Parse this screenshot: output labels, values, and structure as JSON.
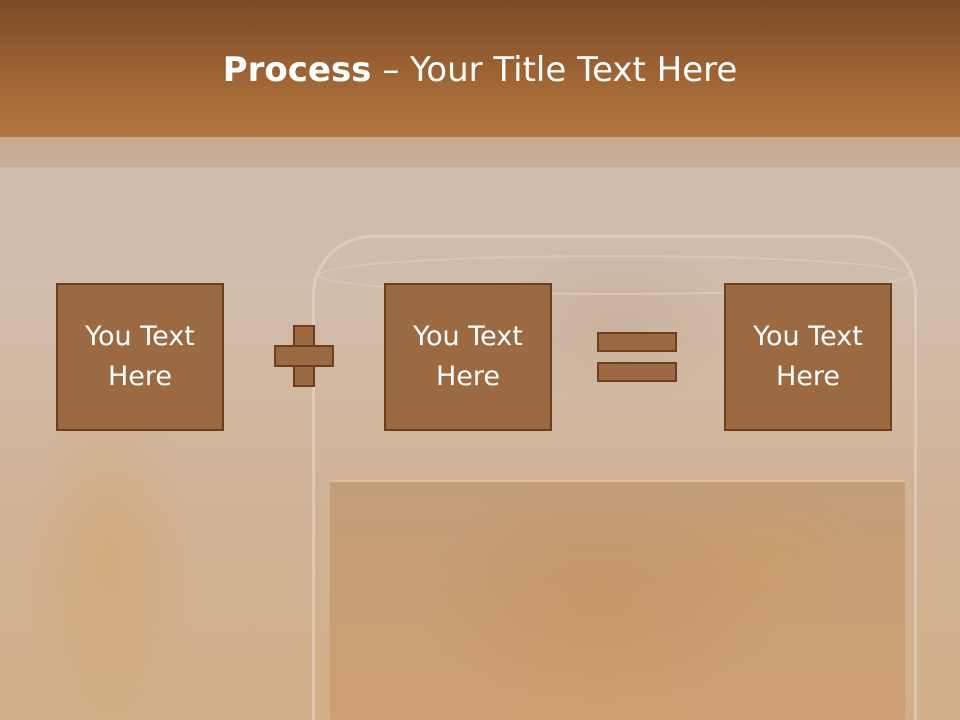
{
  "slide": {
    "title_bold": "Process",
    "title_rest": " – Your Title Text Here"
  },
  "process": {
    "boxes": [
      {
        "label": "You Text Here"
      },
      {
        "label": "You Text Here"
      },
      {
        "label": "You Text Here"
      }
    ],
    "operators": [
      "plus-icon",
      "equals-icon"
    ]
  },
  "colors": {
    "title_bar": "#9e6435",
    "box_fill": "#9b6a42",
    "box_border": "#6d3f22",
    "text": "#ffffff"
  }
}
